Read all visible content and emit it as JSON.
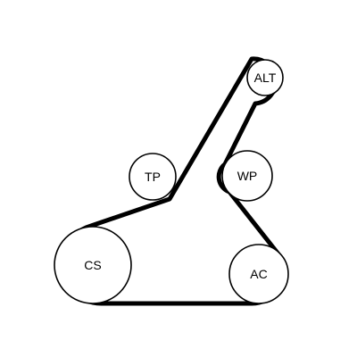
{
  "diagram": {
    "title": "",
    "belt_color": "#000000",
    "background_color": "#ffffff",
    "pulleys": {
      "alt": {
        "label": "ALT"
      },
      "tp": {
        "label": "TP"
      },
      "wp": {
        "label": "WP"
      },
      "cs": {
        "label": "CS"
      },
      "ac": {
        "label": "AC"
      }
    }
  }
}
